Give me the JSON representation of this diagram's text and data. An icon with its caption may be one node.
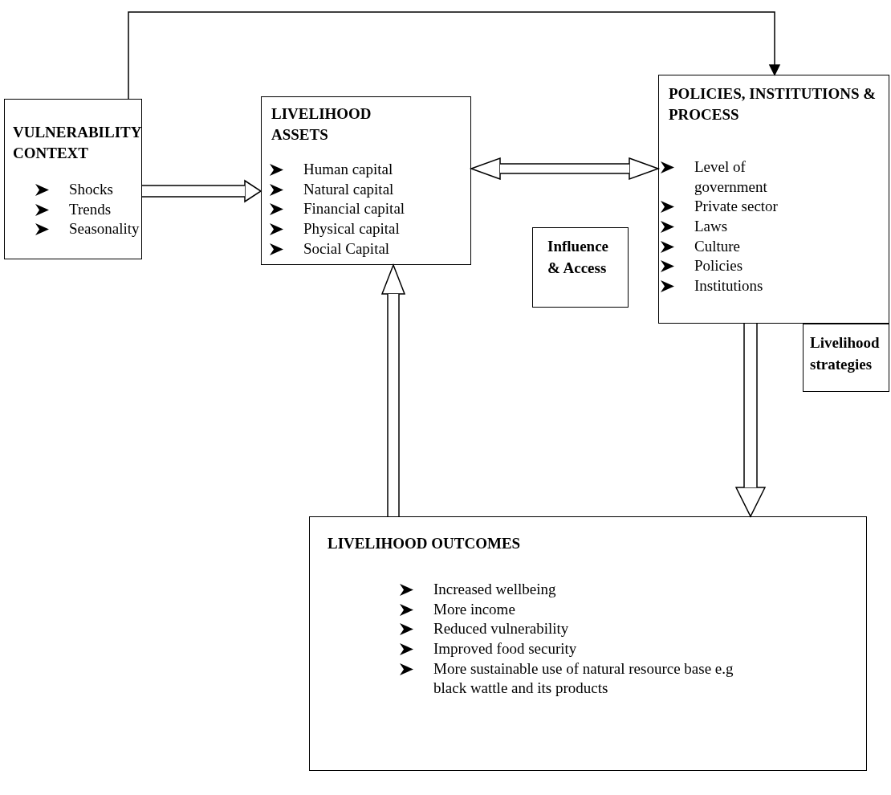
{
  "diagram": {
    "nodes": [
      {
        "text": [
          "VULNERABILITY CONTEXT",
          "Shocks",
          "Trends",
          "Seasonality"
        ]
      },
      {
        "text": [
          "LIVELIHOOD ASSETS",
          "Human capital",
          "Natural capital",
          "Financial capital",
          "Physical capital",
          "Social Capital"
        ]
      },
      {
        "text": [
          "POLICIES, INSTITUTIONS & PROCESS",
          "Level of government",
          "Private sector",
          "Laws",
          "Culture",
          "Policies",
          "Institutions"
        ]
      },
      {
        "text": [
          "Influence & Access"
        ]
      },
      {
        "text": [
          "Livelihood strategies"
        ]
      },
      {
        "text": [
          "LIVELIHOOD OUTCOMES",
          "Increased wellbeing",
          "More income",
          "Reduced vulnerability",
          "Improved food security",
          "More sustainable use of natural resource base e.g black wattle and its products"
        ]
      }
    ],
    "edges": [
      {
        "from": 0,
        "to": 2,
        "arrow": "to"
      },
      {
        "from": 0,
        "to": 1,
        "arrow": "to"
      },
      {
        "from": 1,
        "to": 2,
        "arrow": "both"
      },
      {
        "from": 5,
        "to": 1,
        "arrow": "to"
      },
      {
        "from": 2,
        "to": 5,
        "arrow": "to"
      }
    ]
  }
}
